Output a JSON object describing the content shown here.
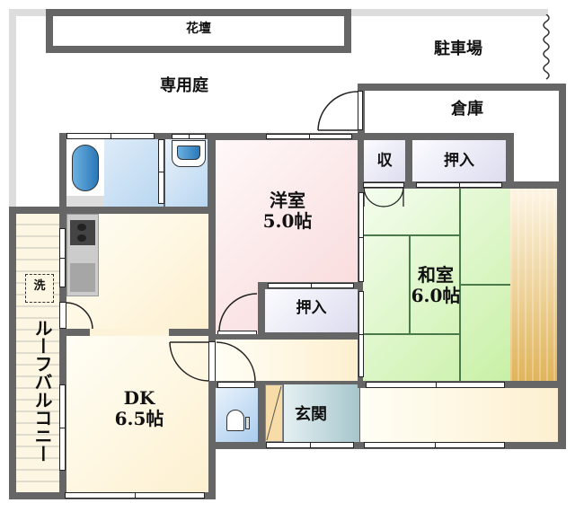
{
  "title": "間取り図",
  "labels": {
    "flowerbed": "花壇",
    "private_garden": "専用庭",
    "parking": "駐車場",
    "storage": "倉庫",
    "closet_small": "収",
    "closet_top": "押入",
    "western_room_name": "洋室",
    "western_room_size": "5.0帖",
    "closet_mid": "押入",
    "japanese_room_name": "和室",
    "japanese_room_size": "6.0帖",
    "dk_name": "DK",
    "dk_size": "6.5帖",
    "entrance": "玄関",
    "washer": "洗",
    "balcony": "ルーフバルコニー"
  },
  "colors": {
    "wall": "#666666",
    "western_room": "#f9e0e0",
    "japanese_room": "#d6f5c4",
    "dk": "#fdf3d8",
    "bath": "#cfe3f6",
    "entrance": "#b7d3d8",
    "closet": "#e7e6f2",
    "engawa": "#e0b45a"
  }
}
